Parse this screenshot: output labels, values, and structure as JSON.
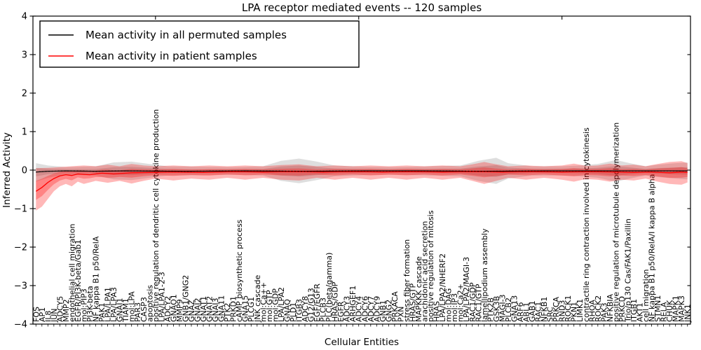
{
  "chart_data": {
    "type": "line",
    "title": "LPA receptor mediated events -- 120 samples",
    "xlabel": "Cellular Entities",
    "ylabel": "Inferred Activity",
    "ylim": [
      -4,
      4
    ],
    "yticks": [
      4,
      3,
      2,
      1,
      0,
      -1,
      -2,
      -3,
      -4
    ],
    "grid": false,
    "legend_position": "upper left",
    "major_tick_indices": [
      20,
      54,
      88
    ],
    "x_labels": [
      "FOS",
      "AP1",
      "IL8",
      "JUN",
      "ADCY5",
      "MMP2",
      "endothelial cell migration",
      "EGFR/PI3K-beta/Gab1",
      "mol:PIP3",
      "PI3K-beta",
      "NF kappa B1 p50/RelA",
      "PAK1",
      "LPA/LPA1",
      "LPA/LPA3",
      "GNAI1",
      "TIAM1",
      "mol:LPA",
      "PAR3",
      "CASP3",
      "apoptosis",
      "positive regulation of dendritic cell cytokine production",
      "LPA/LPA1-2-3",
      "ADCY2",
      "GNAO1",
      "MMP9",
      "GNB1/GNG2",
      "GNAZ",
      "GNAI2",
      "GNAT1",
      "GNAT2",
      "GNAI3",
      "GNA11",
      "PTK2",
      "PRKD1",
      "cAMP biosynthetic process",
      "GNA15",
      "PLCG1",
      "JNK cascade",
      "mol:Ca++",
      "mol:GTP",
      "mol:GDP",
      "LPA/LPA2",
      "GNAQ",
      "PLD1",
      "ITGB3",
      "ADCY8",
      "G12/G13",
      "EGF/EGFR",
      "PLCB3",
      "PLC(beta/gamma)",
      "HRAS/GDP",
      "EGFR",
      "ADCY3",
      "ARHGEF1",
      "ADCY4",
      "ADCY6",
      "ADCY7",
      "ADCY9",
      "GNB1",
      "GNG2",
      "PRKACA",
      "PXN",
      "stress fiber formation",
      "HRAS/GTP",
      "MAPKKK cascade",
      "arachidonic acid secretion",
      "positive regulation of mitosis",
      "HRAS",
      "LPA/LPA2/NHERF2",
      "mol:DAG",
      "mol:IP3",
      "mol:Ca2+",
      "LPA/LPA2/MAGI-3",
      "RAC1/GDP",
      "RAC1/GTP",
      "lamellipodium assembly",
      "PTK2B",
      "GSK3B",
      "MAGI-3",
      "PLCB2",
      "GNA13",
      "ARF6",
      "ABL1",
      "GAB1",
      "RAC1",
      "NFKB1",
      "SRC",
      "PRKCA",
      "RND3",
      "ROCK1",
      "PKN1",
      "LIMK1",
      "contractile ring contraction involved in cytokinesis",
      "RHOA",
      "ROCK2",
      "PAK3",
      "NFKBIA",
      "positive regulation of microtubule depolymerization",
      "PRKCD",
      "Trio/p130 Cas/FAK1/Paxillin",
      "ITGB1",
      "AKT1",
      "cell migration",
      "NF kappa B1 p50/RelA/I kappa B alpha",
      "STMN1",
      "RELA",
      "CHUK",
      "MAPK1",
      "MAPK3",
      "JNK1"
    ],
    "series": [
      {
        "name": "Mean activity in all permuted samples",
        "color": "#000000",
        "band_color": "rgba(0,0,0,0.13)",
        "mean": [
          [
            0,
            -0.05
          ],
          [
            2,
            -0.03
          ],
          [
            5,
            -0.02
          ],
          [
            10,
            -0.03
          ],
          [
            15,
            -0.02
          ],
          [
            25,
            -0.03
          ],
          [
            35,
            -0.02
          ],
          [
            45,
            -0.03
          ],
          [
            55,
            -0.02
          ],
          [
            65,
            -0.02
          ],
          [
            75,
            -0.03
          ],
          [
            85,
            -0.02
          ],
          [
            95,
            -0.02
          ],
          [
            103,
            -0.02
          ],
          [
            109,
            -0.02
          ]
        ],
        "band_hi": [
          [
            0,
            0.18
          ],
          [
            2,
            0.12
          ],
          [
            5,
            0.08
          ],
          [
            10,
            0.1
          ],
          [
            13,
            0.2
          ],
          [
            16,
            0.22
          ],
          [
            19,
            0.16
          ],
          [
            22,
            0.1
          ],
          [
            27,
            0.09
          ],
          [
            33,
            0.08
          ],
          [
            38,
            0.1
          ],
          [
            41,
            0.24
          ],
          [
            44,
            0.3
          ],
          [
            47,
            0.22
          ],
          [
            50,
            0.12
          ],
          [
            55,
            0.09
          ],
          [
            60,
            0.08
          ],
          [
            66,
            0.1
          ],
          [
            71,
            0.12
          ],
          [
            74,
            0.24
          ],
          [
            77,
            0.32
          ],
          [
            79,
            0.18
          ],
          [
            83,
            0.1
          ],
          [
            88,
            0.1
          ],
          [
            91,
            0.12
          ],
          [
            94,
            0.16
          ],
          [
            97,
            0.26
          ],
          [
            100,
            0.16
          ],
          [
            102,
            0.1
          ],
          [
            104,
            0.14
          ],
          [
            107,
            0.18
          ],
          [
            109,
            0.2
          ]
        ],
        "band_lo": [
          [
            0,
            -0.3
          ],
          [
            2,
            -0.2
          ],
          [
            5,
            -0.12
          ],
          [
            10,
            -0.14
          ],
          [
            13,
            -0.24
          ],
          [
            16,
            -0.26
          ],
          [
            19,
            -0.2
          ],
          [
            22,
            -0.14
          ],
          [
            27,
            -0.13
          ],
          [
            33,
            -0.12
          ],
          [
            38,
            -0.14
          ],
          [
            41,
            -0.28
          ],
          [
            44,
            -0.34
          ],
          [
            47,
            -0.26
          ],
          [
            50,
            -0.16
          ],
          [
            55,
            -0.13
          ],
          [
            60,
            -0.12
          ],
          [
            66,
            -0.14
          ],
          [
            71,
            -0.16
          ],
          [
            74,
            -0.28
          ],
          [
            77,
            -0.36
          ],
          [
            79,
            -0.22
          ],
          [
            83,
            -0.14
          ],
          [
            88,
            -0.14
          ],
          [
            91,
            -0.16
          ],
          [
            94,
            -0.2
          ],
          [
            97,
            -0.3
          ],
          [
            100,
            -0.2
          ],
          [
            102,
            -0.14
          ],
          [
            104,
            -0.18
          ],
          [
            107,
            -0.22
          ],
          [
            109,
            -0.24
          ]
        ]
      },
      {
        "name": "Mean activity in patient samples",
        "color": "#ff0000",
        "band_color": "rgba(255,0,0,0.28)",
        "mean": [
          [
            0,
            -0.55
          ],
          [
            1,
            -0.45
          ],
          [
            2,
            -0.32
          ],
          [
            3,
            -0.22
          ],
          [
            4,
            -0.15
          ],
          [
            5,
            -0.12
          ],
          [
            6,
            -0.14
          ],
          [
            7,
            -0.1
          ],
          [
            9,
            -0.12
          ],
          [
            11,
            -0.08
          ],
          [
            13,
            -0.1
          ],
          [
            16,
            -0.07
          ],
          [
            19,
            -0.06
          ],
          [
            23,
            -0.05
          ],
          [
            28,
            -0.06
          ],
          [
            33,
            -0.04
          ],
          [
            38,
            -0.05
          ],
          [
            43,
            -0.04
          ],
          [
            48,
            -0.05
          ],
          [
            53,
            -0.04
          ],
          [
            58,
            -0.05
          ],
          [
            63,
            -0.04
          ],
          [
            68,
            -0.05
          ],
          [
            73,
            -0.04
          ],
          [
            78,
            -0.05
          ],
          [
            83,
            -0.04
          ],
          [
            88,
            -0.05
          ],
          [
            93,
            -0.04
          ],
          [
            97,
            -0.05
          ],
          [
            100,
            -0.06
          ],
          [
            103,
            -0.05
          ],
          [
            106,
            -0.07
          ],
          [
            108,
            -0.05
          ],
          [
            109,
            -0.06
          ]
        ],
        "band_hi": [
          [
            0,
            0.05
          ],
          [
            2,
            0.06
          ],
          [
            4,
            0.08
          ],
          [
            6,
            0.1
          ],
          [
            8,
            0.12
          ],
          [
            10,
            0.1
          ],
          [
            12,
            0.14
          ],
          [
            14,
            0.1
          ],
          [
            16,
            0.16
          ],
          [
            18,
            0.12
          ],
          [
            20,
            0.1
          ],
          [
            23,
            0.12
          ],
          [
            26,
            0.1
          ],
          [
            29,
            0.12
          ],
          [
            32,
            0.1
          ],
          [
            35,
            0.12
          ],
          [
            38,
            0.1
          ],
          [
            41,
            0.13
          ],
          [
            44,
            0.15
          ],
          [
            47,
            0.1
          ],
          [
            50,
            0.12
          ],
          [
            53,
            0.1
          ],
          [
            56,
            0.12
          ],
          [
            59,
            0.1
          ],
          [
            62,
            0.12
          ],
          [
            65,
            0.1
          ],
          [
            68,
            0.12
          ],
          [
            71,
            0.1
          ],
          [
            73,
            0.15
          ],
          [
            75,
            0.21
          ],
          [
            77,
            0.15
          ],
          [
            79,
            0.1
          ],
          [
            82,
            0.12
          ],
          [
            85,
            0.1
          ],
          [
            88,
            0.12
          ],
          [
            90,
            0.17
          ],
          [
            92,
            0.11
          ],
          [
            94,
            0.12
          ],
          [
            96,
            0.17
          ],
          [
            98,
            0.12
          ],
          [
            100,
            0.14
          ],
          [
            102,
            0.1
          ],
          [
            104,
            0.16
          ],
          [
            106,
            0.21
          ],
          [
            108,
            0.23
          ],
          [
            109,
            0.18
          ]
        ],
        "band_lo": [
          [
            0,
            -1.05
          ],
          [
            1,
            -0.95
          ],
          [
            2,
            -0.75
          ],
          [
            3,
            -0.55
          ],
          [
            4,
            -0.42
          ],
          [
            5,
            -0.36
          ],
          [
            6,
            -0.42
          ],
          [
            7,
            -0.3
          ],
          [
            8,
            -0.36
          ],
          [
            10,
            -0.28
          ],
          [
            12,
            -0.33
          ],
          [
            14,
            -0.28
          ],
          [
            16,
            -0.35
          ],
          [
            18,
            -0.28
          ],
          [
            20,
            -0.22
          ],
          [
            23,
            -0.27
          ],
          [
            26,
            -0.22
          ],
          [
            29,
            -0.25
          ],
          [
            32,
            -0.2
          ],
          [
            35,
            -0.25
          ],
          [
            38,
            -0.2
          ],
          [
            41,
            -0.25
          ],
          [
            44,
            -0.27
          ],
          [
            47,
            -0.2
          ],
          [
            50,
            -0.25
          ],
          [
            53,
            -0.2
          ],
          [
            56,
            -0.25
          ],
          [
            59,
            -0.2
          ],
          [
            62,
            -0.25
          ],
          [
            65,
            -0.2
          ],
          [
            68,
            -0.25
          ],
          [
            71,
            -0.2
          ],
          [
            73,
            -0.28
          ],
          [
            75,
            -0.36
          ],
          [
            77,
            -0.28
          ],
          [
            79,
            -0.2
          ],
          [
            82,
            -0.25
          ],
          [
            85,
            -0.2
          ],
          [
            88,
            -0.25
          ],
          [
            90,
            -0.3
          ],
          [
            92,
            -0.23
          ],
          [
            94,
            -0.25
          ],
          [
            96,
            -0.3
          ],
          [
            98,
            -0.25
          ],
          [
            100,
            -0.27
          ],
          [
            102,
            -0.22
          ],
          [
            104,
            -0.3
          ],
          [
            106,
            -0.36
          ],
          [
            108,
            -0.38
          ],
          [
            109,
            -0.32
          ]
        ]
      }
    ]
  }
}
